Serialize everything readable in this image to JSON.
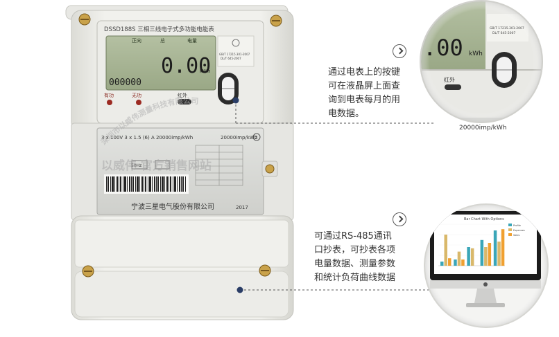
{
  "meter": {
    "model_line": "DSSD188S  三相三线电子式多功能电能表",
    "lcd_header_left": "正向",
    "lcd_header_mid": "总",
    "lcd_header_right": "电量",
    "lcd_main_value": "0.00",
    "lcd_unit": "kWh",
    "lcd_small_value": "000000",
    "led_left_label": "有功",
    "led_mid_label": "无功",
    "ir_label": "红外",
    "spec_line": "3 x 100V   3 x 1.5 (6) A  20000imp/kWh",
    "spec_line_right": "20000imp/kWh",
    "spec_circle": "2",
    "freq_label": "50Hz",
    "manufacturer": "宁波三星电气股份有限公司",
    "year": "2017",
    "std_lines": [
      "GB/T 17215.301-2007",
      "DL/T  645-2007"
    ]
  },
  "watermark": {
    "line1": "深圳市以威伟测量科技有限公司",
    "line2": "以威伟 官方销售网站"
  },
  "zoom_top": {
    "lcd_value": ".00",
    "lcd_unit": "kWh",
    "ir_label": "红外",
    "spec_text": "20000imp/kWh",
    "std_lines": [
      "GB/T 17215.301-2007",
      "DL/T  645-2007"
    ]
  },
  "callout_top": {
    "lines": [
      "通过电表上的按键",
      "可在液晶屏上面查",
      "询到电表每月的用",
      "电数据。"
    ]
  },
  "callout_bottom": {
    "lines": [
      "可通过RS-485通讯",
      "口抄表，可抄表各项",
      "电量数据、测量参数",
      "和统计负荷曲线数据"
    ]
  },
  "monitor_chart": {
    "title": "Bar Chart With Options",
    "legend": [
      "Profile",
      "Expenses",
      "Sales"
    ]
  },
  "colors": {
    "lcd": "#a8b596",
    "meter_body": "#eeeeea",
    "connector_dot": "#2a3d66",
    "bar_teal": "#3aa6b8",
    "bar_gold": "#d9b86a",
    "bar_orange": "#f0a030"
  },
  "chart_data": {
    "type": "bar",
    "title": "Bar Chart With Options",
    "categories": [
      "",
      "",
      "",
      "",
      ""
    ],
    "series": [
      {
        "name": "Profile",
        "values": [
          10,
          15,
          45,
          62,
          85
        ]
      },
      {
        "name": "Expenses",
        "values": [
          75,
          34,
          42,
          45,
          58
        ]
      },
      {
        "name": "Sales",
        "values": [
          18,
          15,
          0,
          55,
          88
        ]
      }
    ],
    "ylim": [
      0,
      100
    ]
  }
}
